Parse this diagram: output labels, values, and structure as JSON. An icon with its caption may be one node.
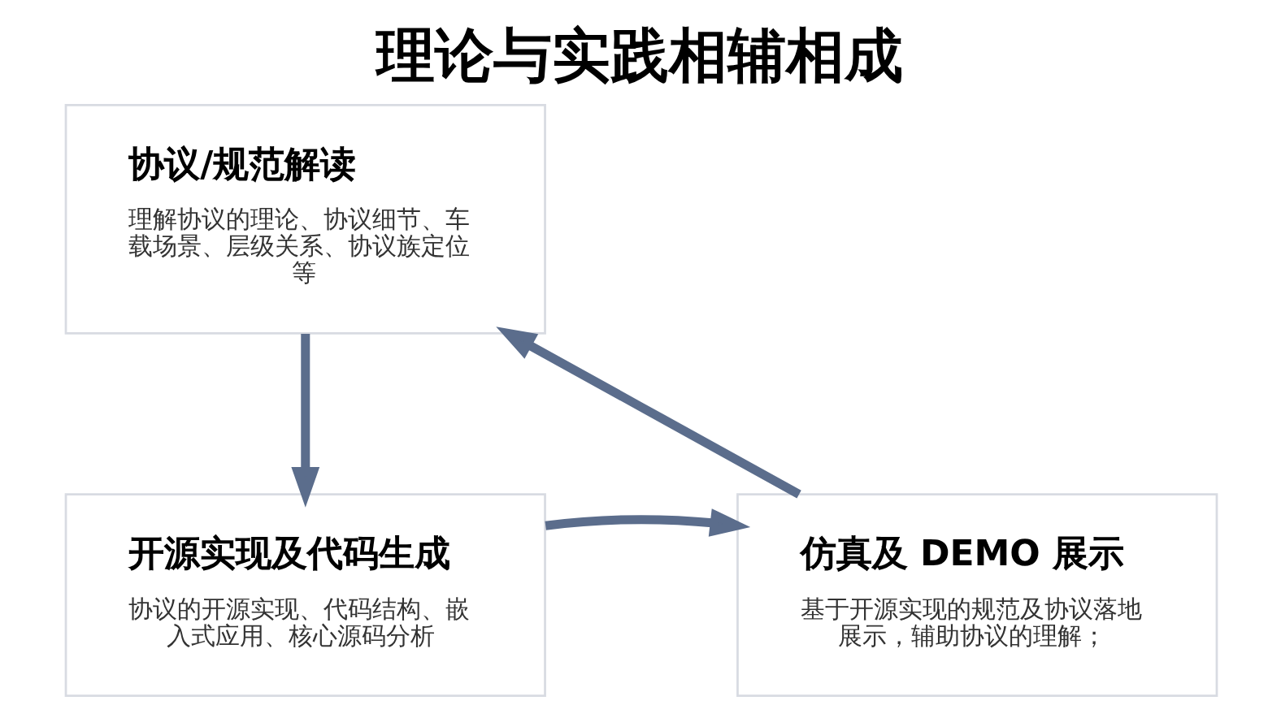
{
  "diagram": {
    "title": "理论与实践相辅相成",
    "nodes": [
      {
        "text": [
          "协议/规范解读",
          "理解协议的理论、协议细节、车载场景、层级关系、协议族定位等"
        ]
      },
      {
        "text": [
          "开源实现及代码生成",
          "协议的开源实现、代码结构、嵌入式应用、核心源码分析"
        ]
      },
      {
        "text": [
          "仿真及 DEMO 展示",
          "基于开源实现的规范及协议落地展示，辅助协议的理解；"
        ]
      }
    ],
    "edges": [
      {
        "from": 0,
        "to": 1,
        "arrow": "to"
      },
      {
        "from": 1,
        "to": 2,
        "arrow": "to"
      },
      {
        "from": 2,
        "to": 0,
        "arrow": "to"
      }
    ]
  }
}
